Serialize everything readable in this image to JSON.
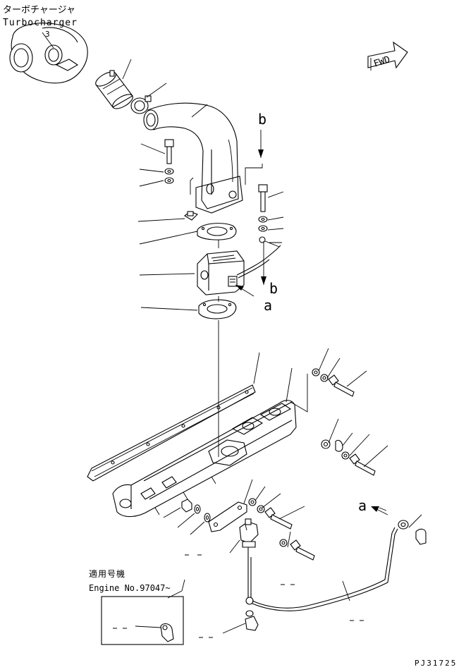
{
  "labels": {
    "turbocharger_jp": "ターボチャージャ",
    "turbocharger_en": "Turbocharger",
    "fwd": "FWD",
    "ref_b_top": "b",
    "ref_b_mid": "b",
    "ref_a_mid": "a",
    "ref_a_bottom": "a",
    "applicability_jp": "適用号機",
    "applicability_en": "Engine No.97047~",
    "drawing_number": "PJ31725"
  }
}
